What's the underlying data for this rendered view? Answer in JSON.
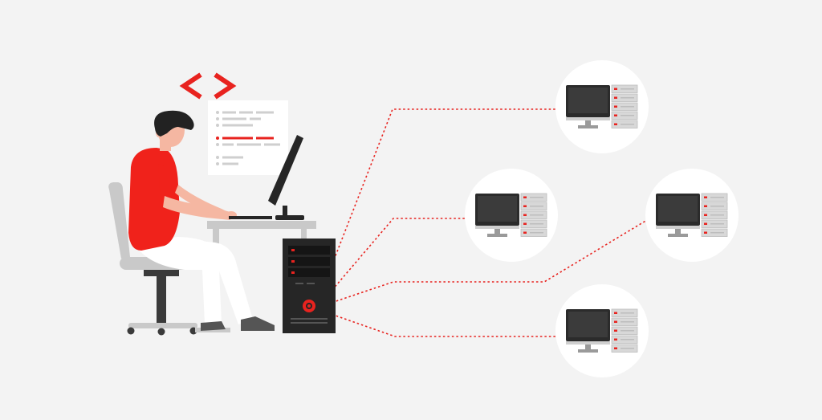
{
  "colors": {
    "background": "#f3f3f3",
    "accent_red": "#e8231f",
    "shirt_red": "#f0221b",
    "skin": "#f5b7a2",
    "hair": "#222222",
    "pants": "#ffffff",
    "furniture_gray": "#c9c9c9",
    "dark_gray": "#3a3a3a",
    "tower": "#262626",
    "circle_fill": "#ffffff",
    "monitor_screen": "#3b3b3b",
    "server_unit": "#d8d8d8"
  },
  "icons": {
    "code_brackets": "code-brackets-icon",
    "code_document": "code-document-icon",
    "workstation": "desktop-with-server-icon"
  },
  "network": {
    "nodes": [
      {
        "id": "node-top-right"
      },
      {
        "id": "node-middle-left"
      },
      {
        "id": "node-middle-right"
      },
      {
        "id": "node-bottom"
      }
    ]
  }
}
